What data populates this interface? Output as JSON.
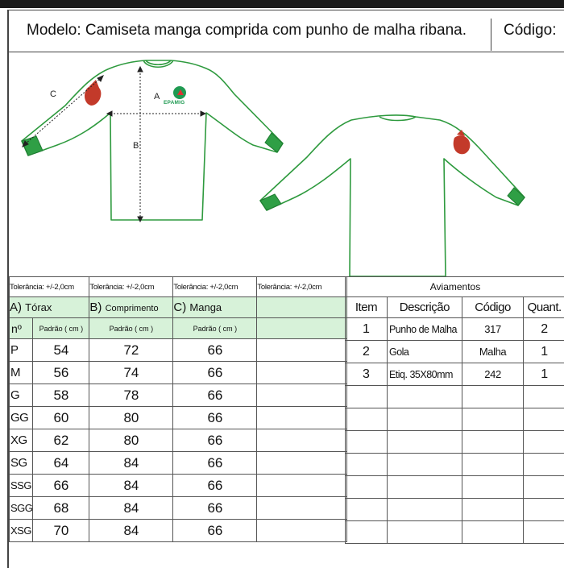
{
  "header": {
    "model": "Modelo: Camiseta manga comprida com punho de malha ribana.",
    "code_label": "Código:"
  },
  "drawing": {
    "labels": {
      "a": "A",
      "b": "B",
      "c": "C"
    },
    "logo_text": "EPAMIG",
    "colors": {
      "outline": "#2e9a3e",
      "cuff": "#2f9f45",
      "emblem": "#c33a2a"
    }
  },
  "measures": {
    "tolerance": [
      "Tolerância: +/-2,0cm",
      "Tolerância: +/-2,0cm",
      "Tolerância: +/-2,0cm",
      "Tolerância: +/-2,0cm"
    ],
    "columns": [
      {
        "letter": "A)",
        "name": "Tórax",
        "sub": "Padrão ( cm )"
      },
      {
        "letter": "B)",
        "name": "Comprimento",
        "sub": "Padrão ( cm )"
      },
      {
        "letter": "C)",
        "name": "Manga",
        "sub": "Padrão ( cm )"
      }
    ],
    "size_header": "nº",
    "rows": [
      {
        "size": "P",
        "a": "54",
        "b": "72",
        "c": "66"
      },
      {
        "size": "M",
        "a": "56",
        "b": "74",
        "c": "66"
      },
      {
        "size": "G",
        "a": "58",
        "b": "78",
        "c": "66"
      },
      {
        "size": "GG",
        "a": "60",
        "b": "80",
        "c": "66"
      },
      {
        "size": "XG",
        "a": "62",
        "b": "80",
        "c": "66"
      },
      {
        "size": "SG",
        "a": "64",
        "b": "84",
        "c": "66"
      },
      {
        "size": "SSG",
        "a": "66",
        "b": "84",
        "c": "66"
      },
      {
        "size": "SGG",
        "a": "68",
        "b": "84",
        "c": "66"
      },
      {
        "size": "XSG",
        "a": "70",
        "b": "84",
        "c": "66"
      }
    ]
  },
  "aviamentos": {
    "title": "Aviamentos",
    "headers": {
      "item": "Item",
      "desc": "Descrição",
      "code": "Código",
      "qty": "Quant."
    },
    "rows": [
      {
        "item": "1",
        "desc": "Punho de Malha",
        "code": "317",
        "qty": "2"
      },
      {
        "item": "2",
        "desc": "Gola",
        "code": "Malha",
        "qty": "1"
      },
      {
        "item": "3",
        "desc": "Etiq. 35X80mm",
        "code": "242",
        "qty": "1"
      }
    ]
  }
}
